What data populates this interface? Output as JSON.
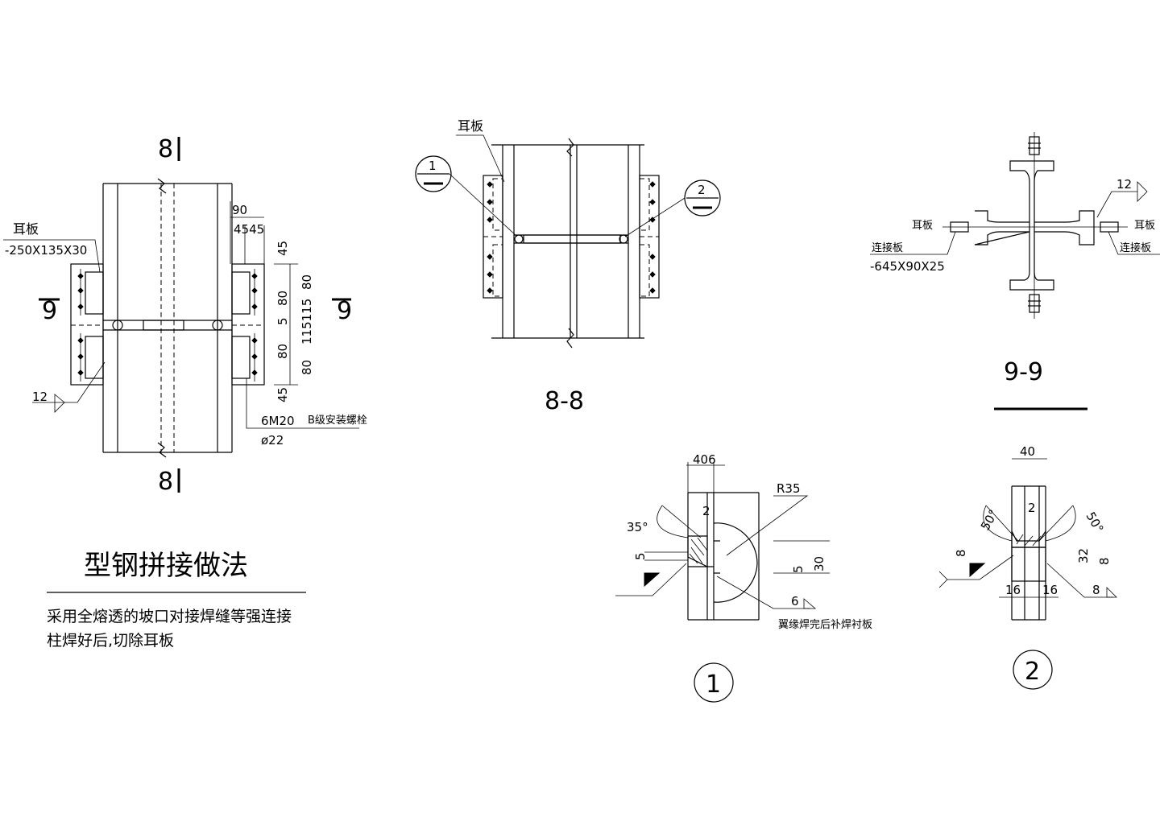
{
  "left_view": {
    "section_mark": "8",
    "section_mark_side": "9",
    "ear_plate_label": "耳板",
    "ear_plate_spec": "-250X135X30",
    "weld_size": "12",
    "dim_top": "90",
    "dim_sub": "4545",
    "dims_vertical": [
      "45",
      "80",
      "80",
      "5",
      "115115",
      "80",
      "80",
      "45"
    ],
    "bolt_spec": "6M20",
    "bolt_desc": "B级安装螺栓",
    "hole_dia": "ø22"
  },
  "section_8_8": {
    "title": "8-8",
    "ear_plate_label": "耳板",
    "callout_1": "1",
    "callout_2": "2"
  },
  "section_9_9": {
    "title": "9-9",
    "weld_size": "12",
    "ear_plate_left": "耳板",
    "ear_plate_right": "耳板",
    "connect_plate_left": "连接板",
    "connect_plate_right": "连接板",
    "connect_plate_spec": "-645X90X25"
  },
  "detail_1": {
    "mark": "1",
    "dim_top": "406",
    "radius": "R35",
    "angle": "35°",
    "dim_2": "2",
    "dim_5": "5",
    "dim_5b": "5",
    "dim_30": "30",
    "weld_size": "6",
    "note": "翼缘焊完后补焊衬板"
  },
  "detail_2": {
    "mark": "2",
    "dim_top": "40",
    "angle_left": "50°",
    "angle_right": "50°",
    "dim_2": "2",
    "dim_8_left": "8",
    "dim_32": "32",
    "dim_8_right": "8",
    "dim_16_left": "16",
    "dim_16_right": "16",
    "weld_size": "8"
  },
  "notes": {
    "title": "型钢拼接做法",
    "line1": "采用全熔透的坡口对接焊缝等强连接",
    "line2": "柱焊好后,切除耳板"
  }
}
